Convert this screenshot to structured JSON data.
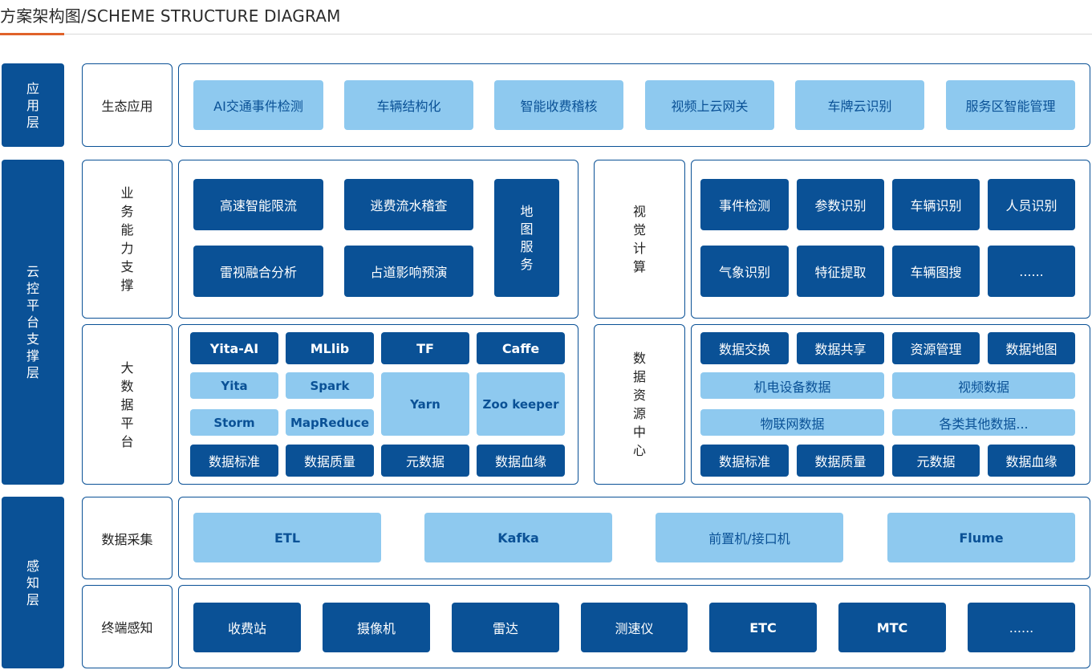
{
  "header": {
    "title": "方案架构图/SCHEME STRUCTURE DIAGRAM"
  },
  "layers": {
    "app": "应用层",
    "cloud": "云控平台支撑层",
    "sense": "感知层"
  },
  "app_layer": {
    "label": "生态应用",
    "items": [
      "AI交通事件检测",
      "车辆结构化",
      "智能收费稽核",
      "视频上云网关",
      "车牌云识别",
      "服务区智能管理"
    ]
  },
  "business": {
    "label": "业务能力支撑",
    "items": [
      "高速智能限流",
      "逃费流水稽查",
      "雷视融合分析",
      "占道影响预演"
    ],
    "map_service": "地图服务"
  },
  "vision": {
    "label": "视觉计算",
    "items": [
      "事件检测",
      "参数识别",
      "车辆识别",
      "人员识别",
      "气象识别",
      "特征提取",
      "车辆图搜",
      "......"
    ]
  },
  "bigdata": {
    "label": "大数据平台",
    "top": [
      "Yita-AI",
      "MLlib",
      "TF",
      "Caffe"
    ],
    "mid_left": [
      "Yita",
      "Spark",
      "Storm",
      "MapReduce"
    ],
    "yarn": "Yarn",
    "zookeeper": "Zoo keeper",
    "bottom": [
      "数据标准",
      "数据质量",
      "元数据",
      "数据血缘"
    ]
  },
  "data_center": {
    "label": "数据资源中心",
    "top": [
      "数据交换",
      "数据共享",
      "资源管理",
      "数据地图"
    ],
    "mid": [
      "机电设备数据",
      "视频数据",
      "物联网数据",
      "各类其他数据..."
    ],
    "bottom": [
      "数据标准",
      "数据质量",
      "元数据",
      "数据血缘"
    ]
  },
  "collect": {
    "label": "数据采集",
    "items": [
      "ETL",
      "Kafka",
      "前置机/接口机",
      "Flume"
    ]
  },
  "terminal": {
    "label": "终端感知",
    "items": [
      "收费站",
      "摄像机",
      "雷达",
      "测速仪",
      "ETC",
      "MTC",
      "......"
    ]
  },
  "colors": {
    "dark_blue": "#0a5196",
    "light_blue": "#8ec9ef",
    "accent": "#e0622a"
  }
}
